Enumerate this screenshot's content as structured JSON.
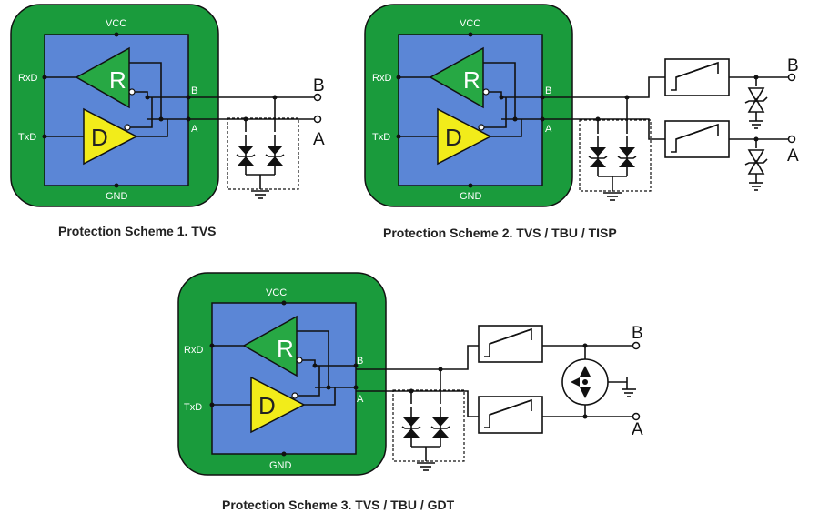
{
  "schemes": [
    {
      "caption": "Protection Scheme 1. TVS",
      "vcc": "VCC",
      "gnd": "GND",
      "rxd": "RxD",
      "txd": "TxD",
      "receiver": "R",
      "driver": "D",
      "pin_b": "B",
      "pin_a": "A",
      "term_b": "B",
      "term_a": "A",
      "protection": [
        "TVS"
      ]
    },
    {
      "caption": "Protection Scheme 2. TVS / TBU / TISP",
      "vcc": "VCC",
      "gnd": "GND",
      "rxd": "RxD",
      "txd": "TxD",
      "receiver": "R",
      "driver": "D",
      "pin_b": "B",
      "pin_a": "A",
      "term_b": "B",
      "term_a": "A",
      "protection": [
        "TVS",
        "TBU",
        "TISP"
      ]
    },
    {
      "caption": "Protection Scheme 3. TVS / TBU / GDT",
      "vcc": "VCC",
      "gnd": "GND",
      "rxd": "RxD",
      "txd": "TxD",
      "receiver": "R",
      "driver": "D",
      "pin_b": "B",
      "pin_a": "A",
      "term_b": "B",
      "term_a": "A",
      "protection": [
        "TVS",
        "TBU",
        "GDT"
      ]
    }
  ],
  "colors": {
    "outer_green": "#1a9b3c",
    "chip_blue": "#5b86d6",
    "receiver_green": "#27a844",
    "driver_yellow": "#f2ec1a",
    "wire": "#111111"
  }
}
